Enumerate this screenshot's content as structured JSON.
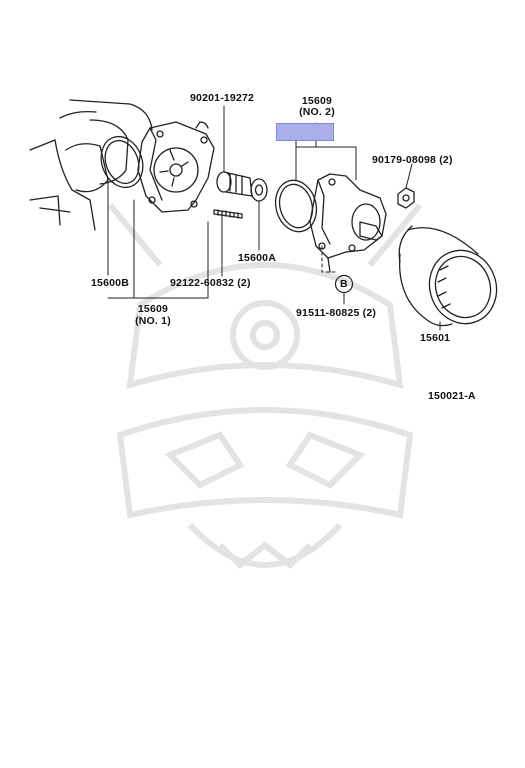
{
  "diagram": {
    "callouts": {
      "p90201": "90201-19272",
      "p15609_no2_num": "15609",
      "p15609_no2_sub": "(NO. 2)",
      "p90179": "90179-08098 (2)",
      "p15600b": "15600B",
      "p92122": "92122-60832 (2)",
      "p15600a": "15600A",
      "p15609_no1_num": "15609",
      "p15609_no1_sub": "(NO. 1)",
      "p91511": "91511-80825 (2)",
      "p15601": "15601",
      "ref_code": "150021-A",
      "marker_b": "B"
    },
    "highlight_color": "#a9aee9"
  }
}
